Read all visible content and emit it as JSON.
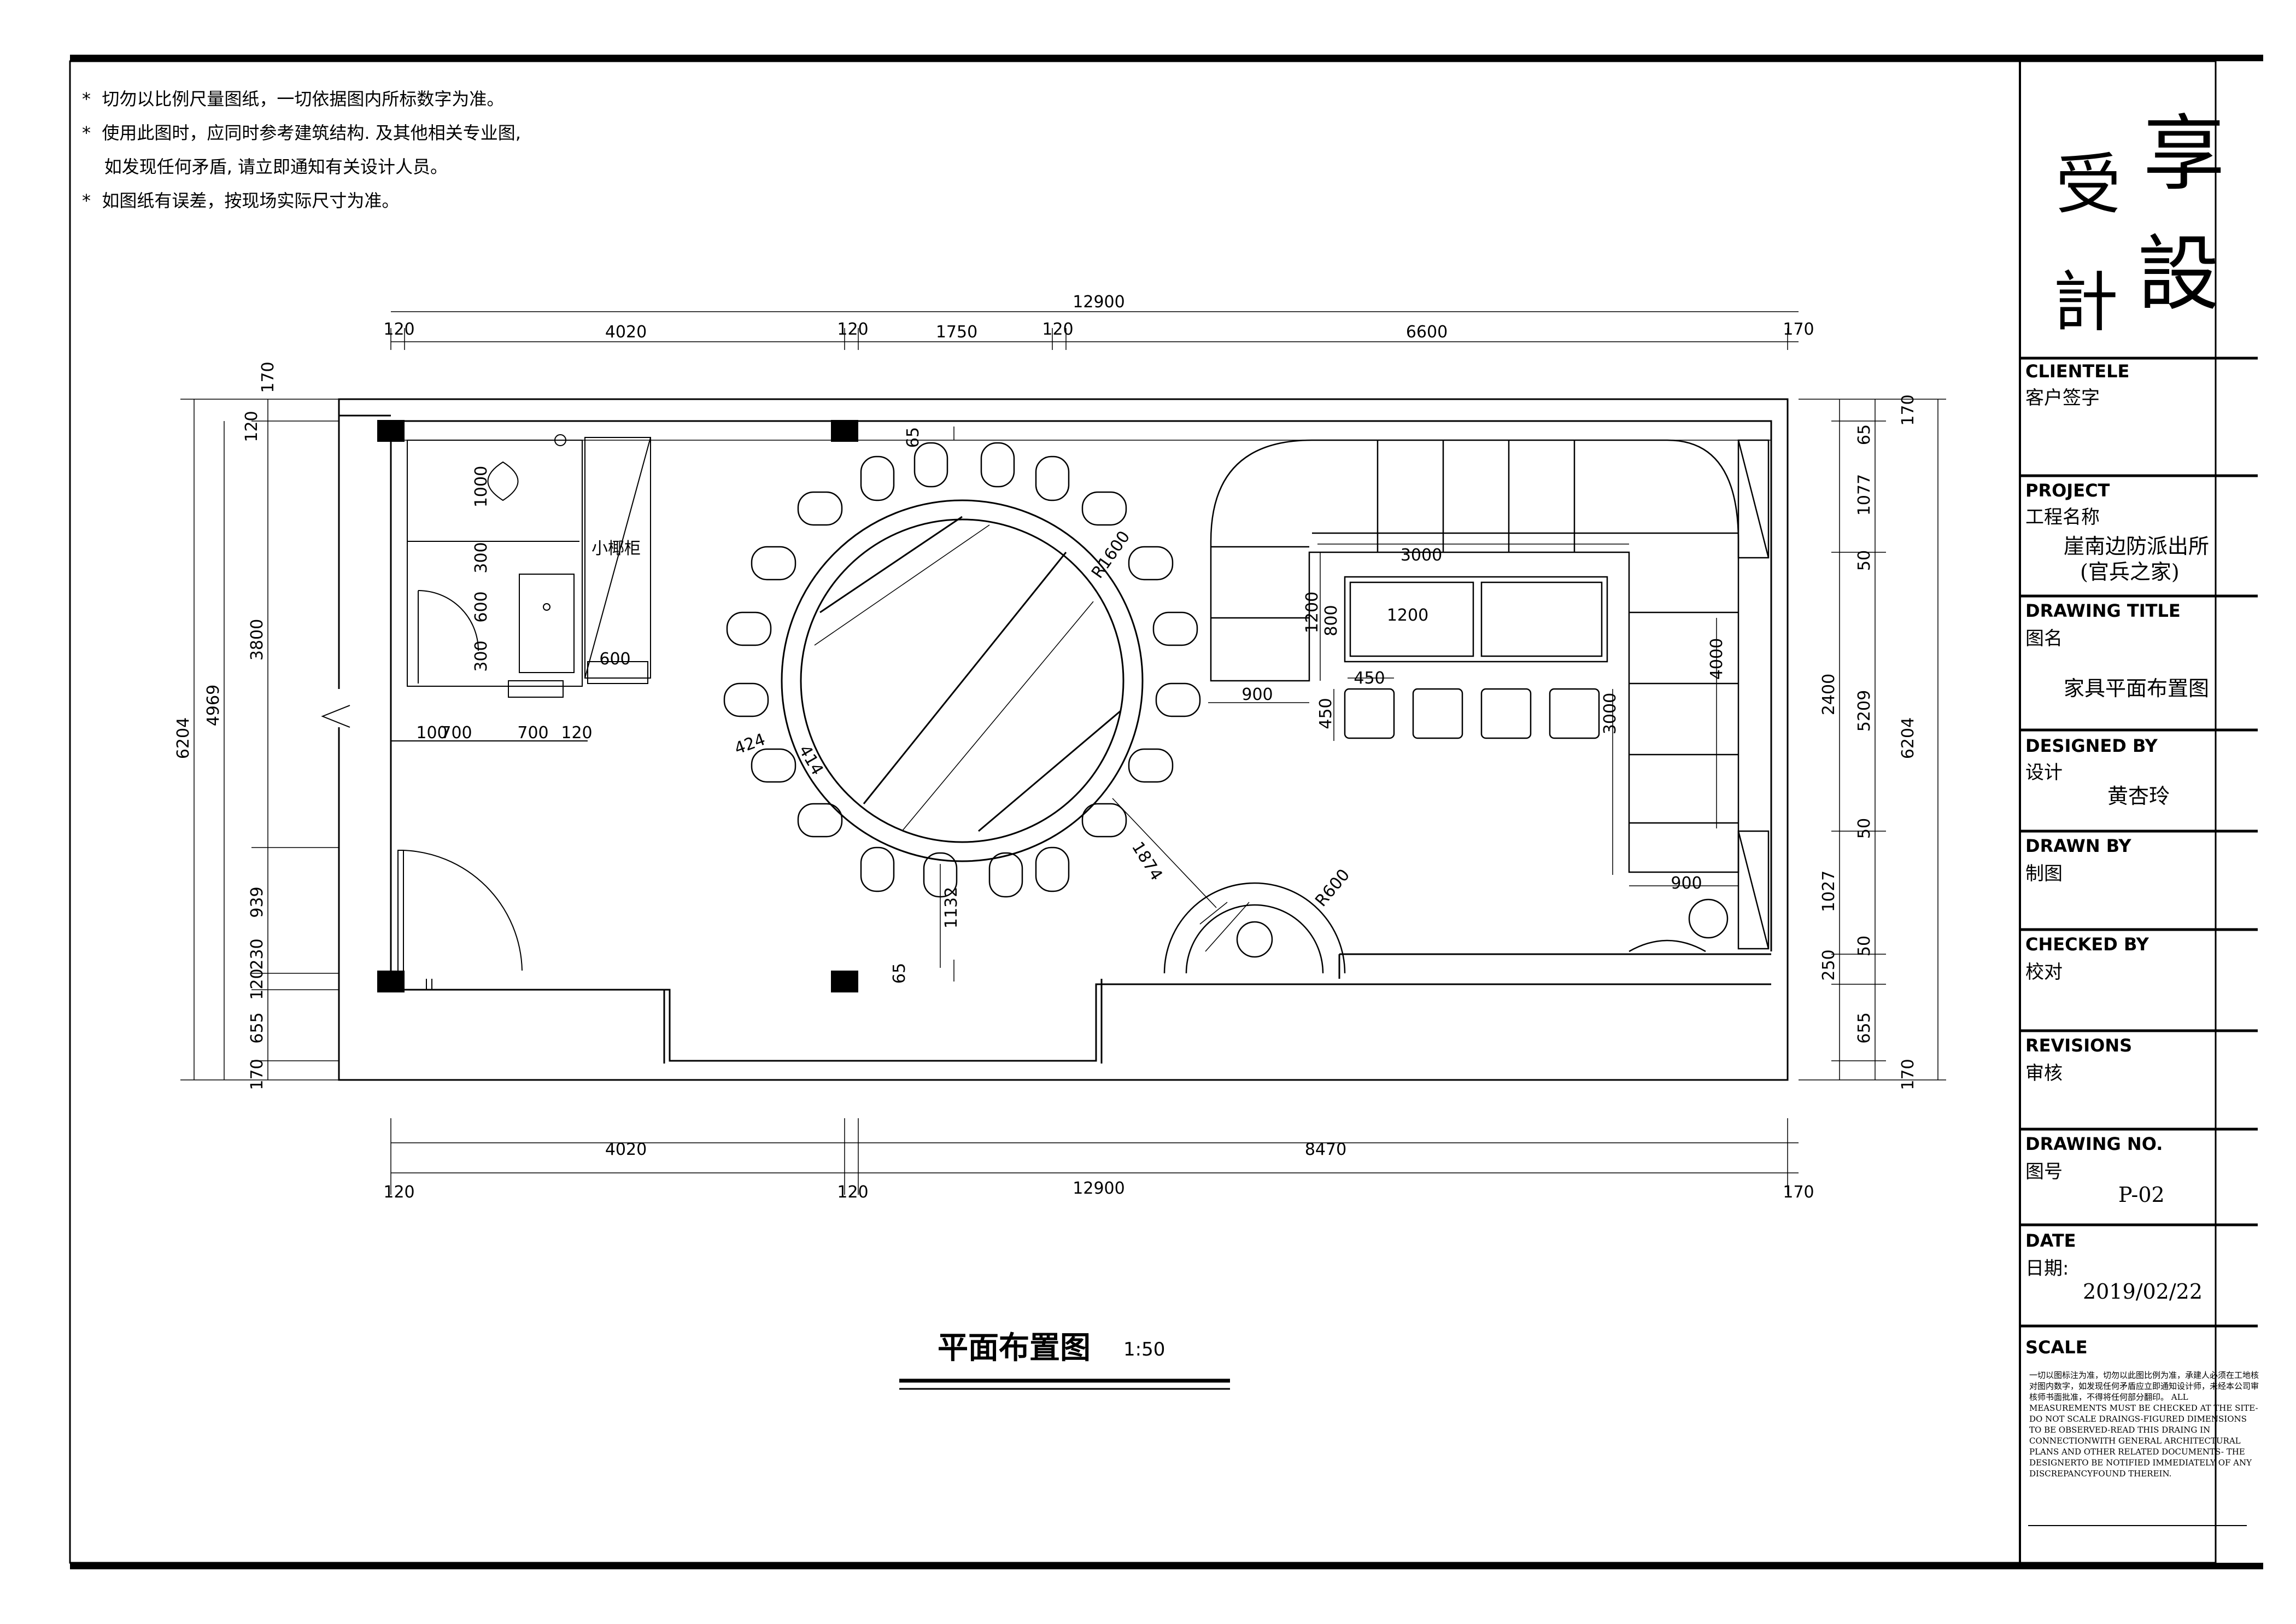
{
  "notes": [
    "*  切勿以比例尺量图纸，一切依据图内所标数字为准。",
    "*  使用此图时，应同时参考建筑结构. 及其他相关专业图,",
    "    如发现任何矛盾, 请立即通知有关设计人员。",
    "*  如图纸有误差，按现场实际尺寸为准。"
  ],
  "logo": {
    "c1": "享",
    "c2": "受",
    "c3": "設",
    "c4": "計"
  },
  "title_block": {
    "clientele_label": "CLIENTELE",
    "clientele_cn": "客户签字",
    "project_label": "PROJECT",
    "project_cn": "工程名称",
    "project_name_1": "崖南边防派出所",
    "project_name_2": "(官兵之家)",
    "drawing_title_label": "DRAWING TITLE",
    "drawing_title_cn": "图名",
    "drawing_title_value": "家具平面布置图",
    "designed_by_label": "DESIGNED BY",
    "designed_by_cn": "设计",
    "designed_by_value": "黄杏玲",
    "drawn_by_label": "DRAWN BY",
    "drawn_by_cn": "制图",
    "checked_by_label": "CHECKED BY",
    "checked_by_cn": "校对",
    "revisions_label": "REVISIONS",
    "revisions_cn": "审核",
    "drawing_no_label": "DRAWING NO.",
    "drawing_no_cn": "图号",
    "drawing_no_value": "P-02",
    "date_label": "DATE",
    "date_cn": "日期:",
    "date_value": "2019/02/22",
    "scale_label": "SCALE",
    "scale_note": "一切以图标注为准，切勿以此图比例为准，承建人必须在工地核对图内数字，如发现任何矛盾应立即通知设计师，未经本公司审核师书面批准，不得将任何部分翻印。\nALL MEASUREMENTS MUST BE CHECKED AT THE SITE-DO NOT SCALE DRAINGS-FIGURED DIMENSIONS TO BE OBSERVED-READ THIS DRAING IN CONNECTIONWITH GENERAL ARCHITECTURAL PLANS AND OTHER RELATED DOCUMENTS- THE DESIGNERTO BE NOTIFIED IMMEDIATELY OF ANY DISCREPANCYFOUND THEREIN."
  },
  "plan_title": "平面布置图",
  "plan_scale": "1:50",
  "dims": {
    "top_total": "12900",
    "top_120a": "120",
    "top_4020": "4020",
    "top_120b": "120",
    "top_1750": "1750",
    "top_120c": "120",
    "top_6600": "6600",
    "top_170": "170",
    "bot_4020": "4020",
    "bot_8470": "8470",
    "bot_120a": "120",
    "bot_120b": "120",
    "bot_12900": "12900",
    "bot_170": "170",
    "left_6204": "6204",
    "left_4969": "4969",
    "left_170a": "170",
    "left_120a": "120",
    "left_3800": "3800",
    "left_939": "939",
    "left_230": "230",
    "left_120b": "120",
    "left_655": "655",
    "left_170b": "170",
    "right_170a": "170",
    "right_65": "65",
    "right_1077": "1077",
    "right_50a": "50",
    "right_2400": "2400",
    "right_5209": "5209",
    "right_6204": "6204",
    "right_50b": "50",
    "right_1027": "1027",
    "right_50c": "50",
    "right_250": "250",
    "right_655": "655",
    "right_170b": "170",
    "wc_1000": "1000",
    "wc_300a": "300",
    "wc_600": "600",
    "wc_300b": "300",
    "wc_100": "100",
    "wc_700a": "700",
    "wc_700b": "700",
    "wc_120": "120",
    "cab_600": "600",
    "cab_label": "小椰柜",
    "table_r": "R1600",
    "chair_424": "424",
    "chair_414": "414",
    "gap_1874": "1874",
    "gap_1132": "1132",
    "col_65a": "65",
    "col_65b": "65",
    "small_r": "R600",
    "sofa_3000a": "3000",
    "sofa_1200": "1200",
    "sofa_800": "800",
    "sofa_1200b": "1200",
    "sofa_450a": "450",
    "sofa_450b": "450",
    "sofa_900a": "900",
    "sofa_3000b": "3000",
    "sofa_4000": "4000",
    "sofa_900b": "900"
  }
}
